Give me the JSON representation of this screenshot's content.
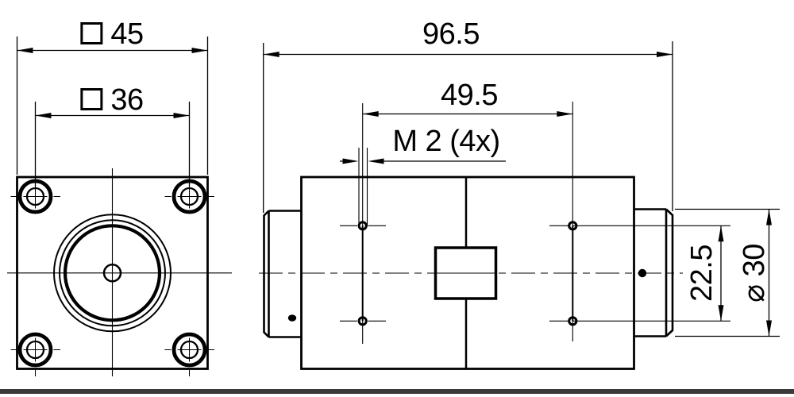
{
  "drawing": {
    "type": "engineering-drawing",
    "views": {
      "front_view": "square mounting flange with 4 counterbored holes and concentric center bore",
      "side_view": "housing body with chamfered cylindrical bosses and 4 tapped holes"
    },
    "dimensions": {
      "flange_square": {
        "symbol": "square",
        "value": "45"
      },
      "hole_pattern_square": {
        "symbol": "square",
        "value": "36"
      },
      "overall_length": {
        "value": "96.5"
      },
      "hole_spacing_length": {
        "value": "49.5"
      },
      "thread_callout": {
        "value": "M 2 (4x)"
      },
      "hole_row_spacing": {
        "value": "22.5"
      },
      "boss_diameter": {
        "value": "⌀ 30"
      }
    },
    "colors": {
      "line": "#000000",
      "background": "#ffffff",
      "footer_bar": "#3a3a3a"
    }
  }
}
